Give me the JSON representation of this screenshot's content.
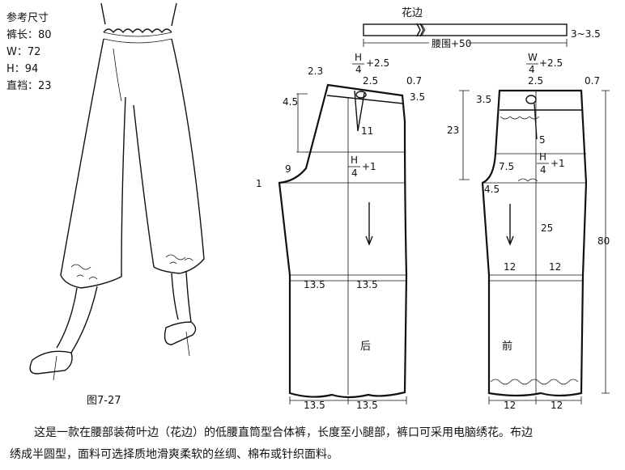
{
  "specs": {
    "heading": "参考尺寸",
    "rows": [
      "裤长：80",
      "W：72",
      "H：94",
      "直裆：23"
    ]
  },
  "figure_label": "图7-27",
  "ruffle_strip": {
    "title": "花边",
    "width_label": "腰围+50",
    "height_label": "3~3.5"
  },
  "back_panel": {
    "name": "后",
    "waist_formula_num": "H",
    "waist_formula_den": "4",
    "waist_formula_rest": "+2.5",
    "waist_raise": "2.3",
    "dart_offset": "2.5",
    "side_in": "0.7",
    "waist_depth": "4.5",
    "waistband": "3.5",
    "dart_len": "11",
    "hip_formula_num": "H",
    "hip_formula_den": "4",
    "hip_formula_rest": "+1",
    "crotch_ext": "9",
    "crotch_drop": "1",
    "knee_left": "13.5",
    "knee_right": "13.5",
    "hem_left": "13.5",
    "hem_right": "13.5"
  },
  "front_panel": {
    "name": "前",
    "waist_formula_num": "W",
    "waist_formula_den": "4",
    "waist_formula_rest": "+2.5",
    "dart_offset": "2.5",
    "side_in": "0.7",
    "waistband": "3.5",
    "rise": "23",
    "dart_len": "5",
    "hip_formula_num": "H",
    "hip_formula_den": "4",
    "hip_formula_rest": "+1",
    "crotch_ext": "7.5",
    "crotch_drop": "4.5",
    "knee_depth": "25",
    "total_length": "80",
    "knee_left": "12",
    "knee_right": "12",
    "hem_left": "12",
    "hem_right": "12"
  },
  "caption": {
    "line1": "这是一款在腰部装荷叶边（花边）的低腰直筒型合体裤，长度至小腿部，裤口可采用电脑绣花。布边",
    "line2": "绣成半圆型，面料可选择质地滑爽柔软的丝绸、棉布或针织面料。"
  }
}
